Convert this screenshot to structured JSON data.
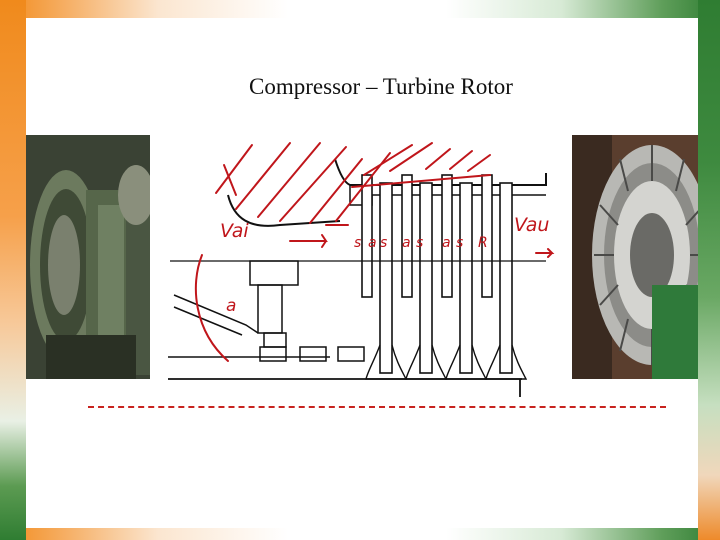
{
  "slide": {
    "title": "Compressor – Turbine Rotor"
  },
  "annotations": {
    "v_inlet": "Vai",
    "v_outlet": "Vau",
    "label_a": "a",
    "stage_labels": [
      "s",
      "a",
      "s",
      "a",
      "s",
      "a",
      "s",
      "R"
    ]
  },
  "colors": {
    "annotation": "#c0161b",
    "centerline": "#c8231f",
    "frame_orange": "#f28a1a",
    "frame_green": "#2f7d32"
  }
}
